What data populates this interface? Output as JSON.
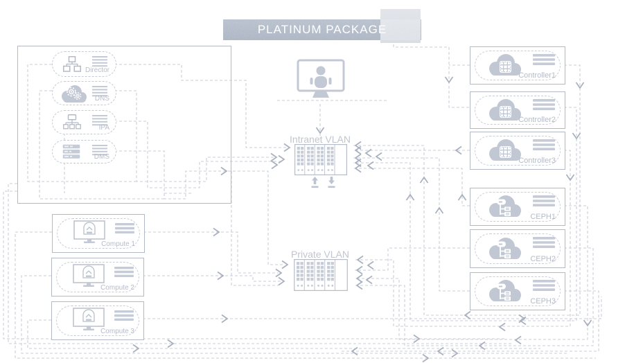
{
  "banner": {
    "title": "PLATINUM PACKAGE"
  },
  "infra_group": {
    "nodes": [
      {
        "label": "Director",
        "icon": "org-chart-icon"
      },
      {
        "label": "DNS",
        "icon": "cloud-gears-icon"
      },
      {
        "label": "IPA",
        "icon": "device-tree-icon"
      },
      {
        "label": "DMS",
        "icon": "server-stack-icon"
      }
    ]
  },
  "compute_group": {
    "nodes": [
      {
        "label": "Compute 1",
        "icon": "monitor-drive-icon"
      },
      {
        "label": "Compute 2",
        "icon": "monitor-drive-icon"
      },
      {
        "label": "Compute 3",
        "icon": "monitor-drive-icon"
      }
    ]
  },
  "controller_group": {
    "nodes": [
      {
        "label": "Controller1",
        "icon": "cloud-chip-icon"
      },
      {
        "label": "Controller2",
        "icon": "cloud-chip-icon"
      },
      {
        "label": "Controller3",
        "icon": "cloud-chip-icon"
      }
    ]
  },
  "ceph_group": {
    "nodes": [
      {
        "label": "CEPH1",
        "icon": "cloud-tree-icon"
      },
      {
        "label": "CEPH2",
        "icon": "cloud-tree-icon"
      },
      {
        "label": "CEPH3",
        "icon": "cloud-tree-icon"
      }
    ]
  },
  "vlans": {
    "intranet": {
      "label": "Intranet VLAN"
    },
    "private": {
      "label": "Private VLAN"
    }
  },
  "user_terminal": {
    "icon": "user-monitor-icon"
  },
  "colors": {
    "wire": "#c9ced8",
    "arrow": "#a8b0bf",
    "icon_fill": "#c1c8d4",
    "label": "#b6bdc9",
    "border": "#b2b9c5",
    "banner_bg": "#a9b2c1",
    "banner_text": "#ffffff"
  }
}
